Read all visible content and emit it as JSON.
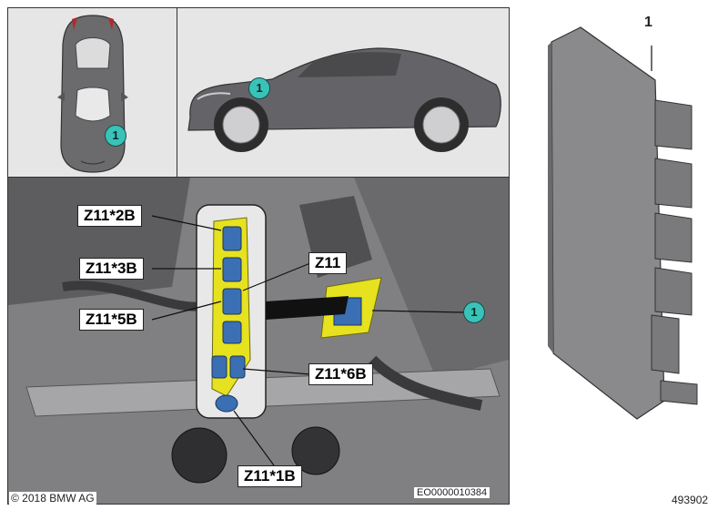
{
  "callouts": {
    "car_top": "1",
    "car_side": "1",
    "engine": "1",
    "part": "1"
  },
  "connectors": {
    "z11_2b": "Z11*2B",
    "z11_3b": "Z11*3B",
    "z11_5b": "Z11*5B",
    "z11": "Z11",
    "z11_6b": "Z11*6B",
    "z11_1b": "Z11*1B"
  },
  "footer": {
    "copyright": "© 2018 BMW AG",
    "image_code": "EO0000010384",
    "part_number": "493902"
  },
  "colors": {
    "callout_fill": "#39c3b8",
    "highlight": "#e7e21f",
    "connector_blue": "#3b6fb3"
  }
}
